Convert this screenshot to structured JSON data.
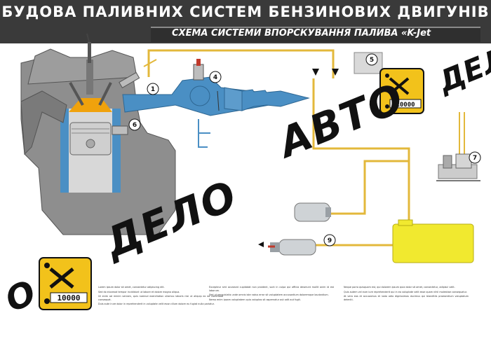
{
  "title": "БУДОВА ПАЛИВНИХ СИСТЕМ БЕНЗИНОВИХ ДВИГУНІВ",
  "subtitle": "СХЕМА СИСТЕМИ ВПОРСКУВАННЯ ПАЛИВА «K-Jet",
  "callouts": [
    "1",
    "4",
    "5",
    "6",
    "7",
    "9"
  ],
  "watermark": {
    "word1": "АВТО",
    "word2": "ДЕЛО",
    "word3": "ДЕЛО",
    "fragment": "О",
    "counter": "10000"
  },
  "colors": {
    "header": "#3a3a3a",
    "fuel_line": "#e3b83b",
    "air_duct": "#4a8fc4",
    "tank": "#f1e92f",
    "badge": "#f2c21b",
    "engine": "#8c8c8c"
  },
  "text_columns": [
    [
      "Lorem ipsum dolor sit amet, consectetur adipiscing elit.",
      "Sed do eiusmod tempor incididunt ut labore et dolore magna aliqua.",
      "Ut enim ad minim veniam, quis nostrud exercitation ullamco laboris nisi ut aliquip ex ea commodo consequat.",
      "Duis aute irure dolor in reprehenderit in voluptate velit esse cillum dolore eu fugiat nulla pariatur."
    ],
    [
      "Excepteur sint occaecat cupidatat non proident, sunt in culpa qui officia deserunt mollit anim id est laborum.",
      "Sed ut perspiciatis unde omnis iste natus error sit voluptatem accusantium doloremque laudantium.",
      "Nemo enim ipsam voluptatem quia voluptas sit aspernatur aut odit aut fugit."
    ],
    [
      "Neque porro quisquam est, qui dolorem ipsum quia dolor sit amet, consectetur, adipisci velit.",
      "Quis autem vel eum iure reprehenderit qui in ea voluptate velit esse quam nihil molestiae consequatur.",
      "At vero eos et accusamus et iusto odio dignissimos ducimus qui blanditiis praesentium voluptatum deleniti."
    ]
  ]
}
